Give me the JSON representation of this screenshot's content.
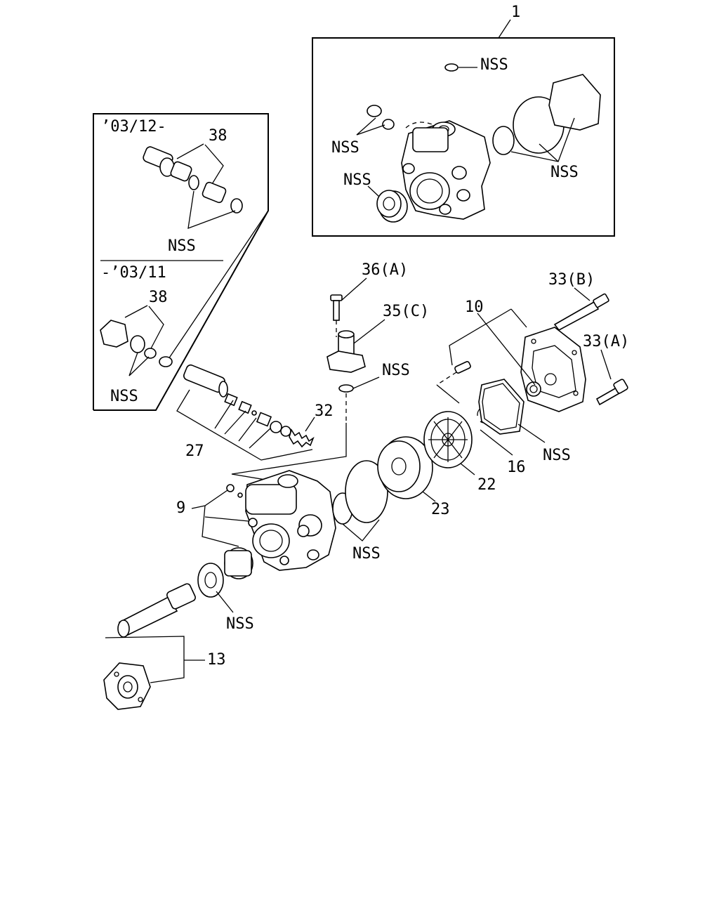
{
  "labels": {
    "ref_1": "1",
    "nss": "NSS",
    "date_new": "’03/12-",
    "date_old": "-’03/11",
    "ref_38": "38",
    "ref_36a": "36(A)",
    "ref_35c": "35(C)",
    "ref_33b": "33(B)",
    "ref_33a": "33(A)",
    "ref_10": "10",
    "ref_32": "32",
    "ref_27": "27",
    "ref_9": "9",
    "ref_16": "16",
    "ref_22": "22",
    "ref_23": "23",
    "ref_13": "13"
  }
}
